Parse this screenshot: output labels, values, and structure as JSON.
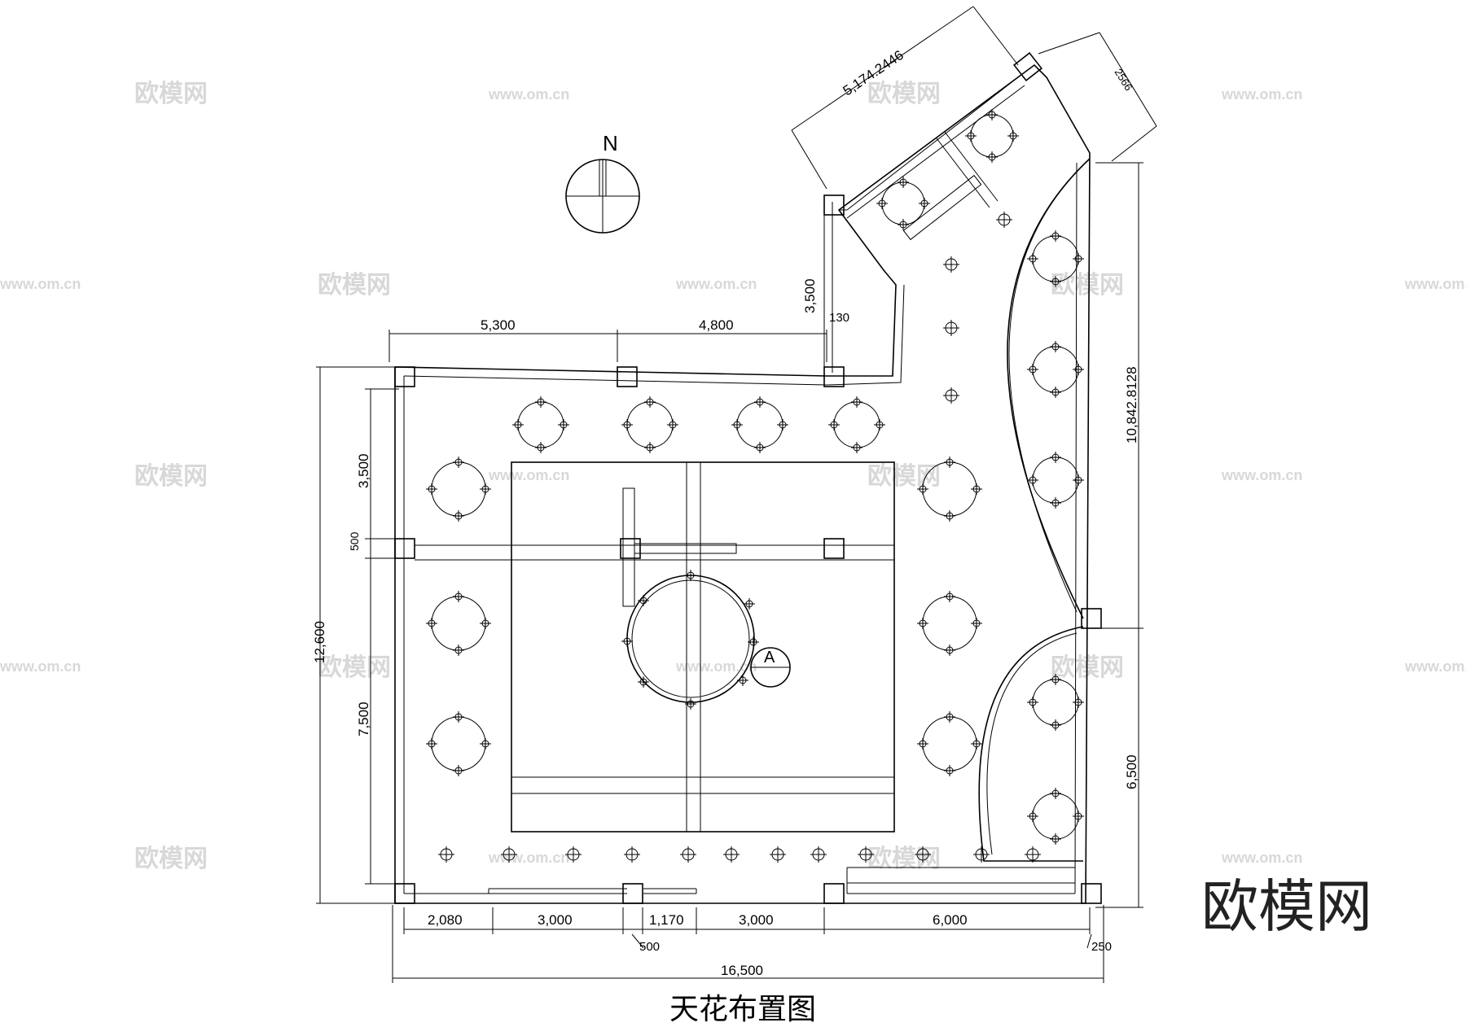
{
  "title": "天花布置图",
  "north_label": "N",
  "section_marker": "A",
  "watermark_logo": "欧模网",
  "watermark_text": "欧模网",
  "watermark_url": "www.om.cn",
  "dimensions": {
    "top_left": "5,300",
    "top_mid": "4,800",
    "notch_vertical": "3,500",
    "notch_small": "130",
    "left_top": "3,500",
    "left_beam": "500",
    "left_bottom": "7,500",
    "left_total": "12,600",
    "bottom_a": "2,080",
    "bottom_b": "3,000",
    "bottom_c": "1,170",
    "bottom_d": "3,000",
    "bottom_e": "6,000",
    "bottom_col": "500",
    "bottom_right_col": "250",
    "bottom_total": "16,500",
    "right_top": "10,842.8128",
    "right_bottom": "6,500",
    "diagonal_long": "5,174.2446",
    "diagonal_short": "2566"
  }
}
